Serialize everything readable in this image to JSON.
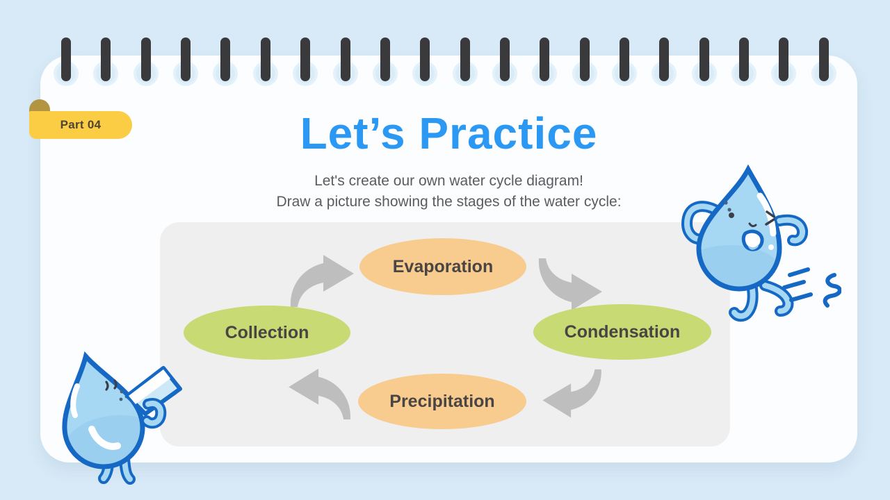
{
  "slide": {
    "badge_label": "Part 04",
    "title": "Let’s Practice",
    "subtitle_line1": "Let's create our own water cycle diagram!",
    "subtitle_line2": "Draw a picture showing the stages of the water cycle:",
    "binding_bar_count": 20,
    "diagram": {
      "type": "cycle",
      "stages": [
        {
          "label": "Evaporation",
          "color": "#F7CC8E",
          "position": "top"
        },
        {
          "label": "Condensation",
          "color": "#C7DA73",
          "position": "right"
        },
        {
          "label": "Precipitation",
          "color": "#F7CC8E",
          "position": "bottom"
        },
        {
          "label": "Collection",
          "color": "#C7DA73",
          "position": "left"
        }
      ],
      "flow": [
        "Collection to Evaporation",
        "Evaporation to Condensation",
        "Condensation to Precipitation",
        "Precipitation to Collection"
      ]
    },
    "characters": [
      "running-water-drop",
      "drinking-water-drop"
    ],
    "colors": {
      "background": "#D8EAF7",
      "card": "#FCFDFE",
      "panel": "#EFEFF0",
      "title": "#2B99F4",
      "subtitle_text": "#5B5B60",
      "stage_text": "#4A4542",
      "badge": "#FACD44",
      "badge_fold": "#B29441",
      "badge_text": "#4E4535",
      "arrow": "#BEBEBF",
      "binding": "#3A3A3C",
      "drop_fill": "#A6D7F3",
      "drop_shade": "#8FC8EC",
      "drop_outline": "#1668C5"
    }
  }
}
